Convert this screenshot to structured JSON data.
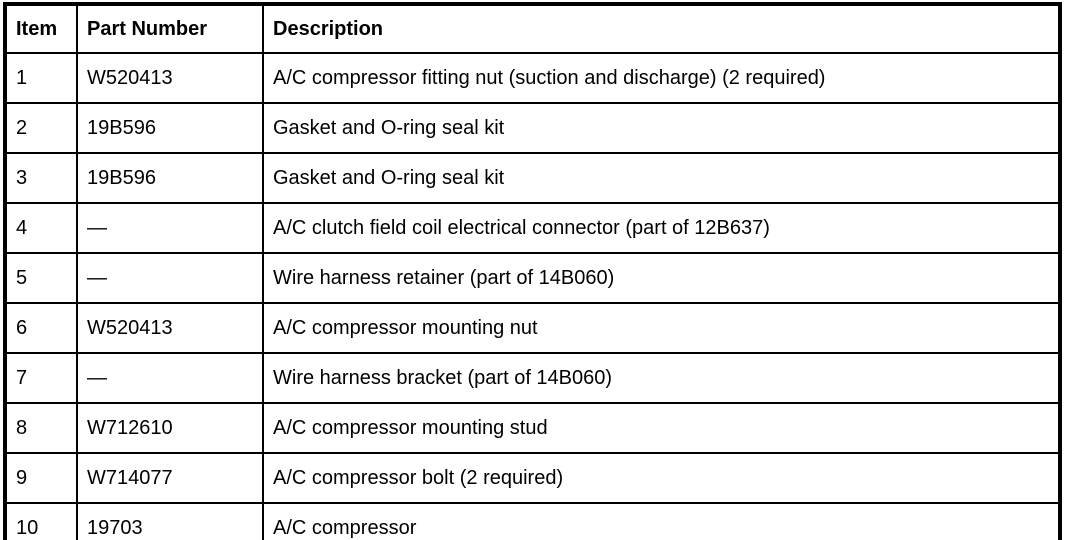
{
  "colors": {
    "border": "#000000",
    "background": "#ffffff",
    "text": "#000000"
  },
  "table": {
    "columns": {
      "item": "Item",
      "part_number": "Part Number",
      "description": "Description"
    },
    "rows": [
      {
        "item": "1",
        "part_number": "W520413",
        "description": "A/C compressor fitting nut (suction and discharge) (2 required)"
      },
      {
        "item": "2",
        "part_number": "19B596",
        "description": "Gasket and O-ring seal kit"
      },
      {
        "item": "3",
        "part_number": "19B596",
        "description": "Gasket and O-ring seal kit"
      },
      {
        "item": "4",
        "part_number": "—",
        "description": "A/C clutch field coil electrical connector (part of 12B637)"
      },
      {
        "item": "5",
        "part_number": "—",
        "description": "Wire harness retainer (part of 14B060)"
      },
      {
        "item": "6",
        "part_number": "W520413",
        "description": "A/C compressor mounting nut"
      },
      {
        "item": "7",
        "part_number": "—",
        "description": "Wire harness bracket (part of 14B060)"
      },
      {
        "item": "8",
        "part_number": "W712610",
        "description": "A/C compressor mounting stud"
      },
      {
        "item": "9",
        "part_number": "W714077",
        "description": "A/C compressor bolt (2 required)"
      },
      {
        "item": "10",
        "part_number": "19703",
        "description": "A/C compressor"
      }
    ]
  }
}
